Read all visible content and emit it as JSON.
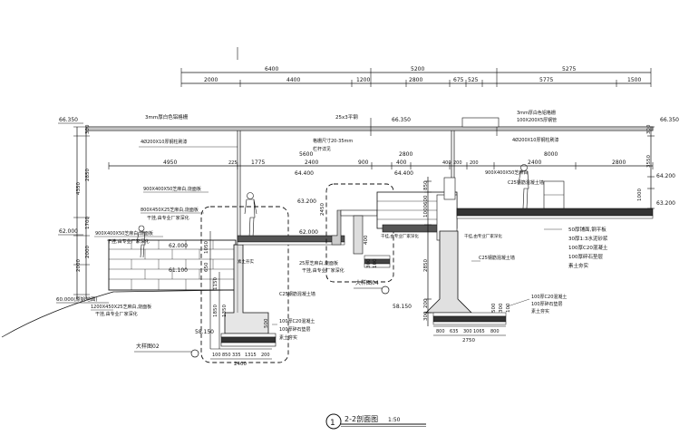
{
  "dims": {
    "top_row1": [
      "6400",
      "5200",
      "5275"
    ],
    "top_row2": [
      "2000",
      "4400",
      "1200",
      "2800",
      "675",
      "525",
      "5775",
      "1500"
    ],
    "row3_left": [
      "4950",
      "1775",
      "5600",
      "2400",
      "900",
      "400"
    ],
    "row3_right": [
      "2800",
      "8000",
      "2400",
      "2800"
    ],
    "row3_marks": [
      "225",
      "200",
      "400",
      "200"
    ],
    "bottom_right": [
      "2750"
    ],
    "bottom_right_parts": [
      "800",
      "635",
      "300",
      "1065",
      "800"
    ],
    "bottom_left": [
      "2400"
    ],
    "bottom_left_parts": [
      "100",
      "850",
      "335",
      "1315",
      "200"
    ],
    "vertical_left": [
      "300",
      "2850",
      "4350",
      "1700",
      "2000",
      "2000"
    ],
    "vertical_mid": [
      "2450",
      "1050",
      "650",
      "400",
      "1150",
      "1850",
      "1350",
      "500",
      "300",
      "100"
    ],
    "vertical_right": [
      "300",
      "3550",
      "1000",
      "850",
      "600",
      "1000",
      "2850",
      "200",
      "300",
      "500",
      "300",
      "100"
    ]
  },
  "elevations": {
    "top_left": "66.350",
    "top_mid": "66.350",
    "top_right": "66.350",
    "e64_400_a": "64.400",
    "e64_400_b": "64.400",
    "e64_200": "64.200",
    "e63_200": "63.200",
    "e63_200_b": "63.200",
    "e62_000": "62.000",
    "e62_000_b": "62.000",
    "e62_000_c": "62.000",
    "e61_100": "61.100",
    "e60_000": "60.000(原始地面)",
    "e58_150": "58.150",
    "e58_150_b": "58.150"
  },
  "notes": {
    "steel_top": "3mm厚白色铝格栅",
    "steel_row": "4Ø200X10厚钢柱刷漆",
    "hand_rail": "25x3平钢",
    "rail_note": "栏杆详见",
    "rail_note2": "格栅尺寸20-35mm",
    "note_right1": "3mm厚白色铝格栅",
    "note_right2": "100X200X5厚钢管",
    "note_right3": "4Ø200X10厚钢柱刷漆",
    "note_right4": "900X400X50芝麻白",
    "note_right5": "C25钢筋混凝土墙",
    "wall1": "900X400X50芝麻白,烧面板",
    "wall2": "800X450X25芝麻白,烧面板",
    "wall2b": "干挂,由专业厂家深化",
    "wall3": "900X400X50芝麻白,烧面板",
    "wall3b": "干挂,由专业厂家深化",
    "wall4": "1200X450X25芝麻白,烧面板",
    "wall4b": "干挂,由专业厂家深化",
    "mid1": "25厚芝麻白,烧面板",
    "mid2": "干挂,由专业厂家深化",
    "c25": "C25钢筋混凝土墙",
    "c25b": "C25钢筋混凝土墙",
    "base1": "100厚C20混凝土",
    "base2": "100厚碎石垫层",
    "base3": "素土夯实",
    "base1r": "100厚C20混凝土",
    "base2r": "100厚碎石垫层",
    "base3r": "素土夯实",
    "deck1": "50厚铺面,钢平板",
    "deck2": "30厚1:3水泥砂浆",
    "deck3": "100厚C20混凝土",
    "deck4": "100厚碎石垫层",
    "deck5": "素土夯实",
    "far_right": "干挂,由专业厂家深化",
    "mid_text": "干挂,由专业厂家深化",
    "steel_tiny": "素土夯实"
  },
  "callouts": {
    "detail02": "大样图02",
    "detail04": "大样图04"
  },
  "title": {
    "number": "1",
    "name": "2-2剖面图",
    "scale": "1:50"
  }
}
